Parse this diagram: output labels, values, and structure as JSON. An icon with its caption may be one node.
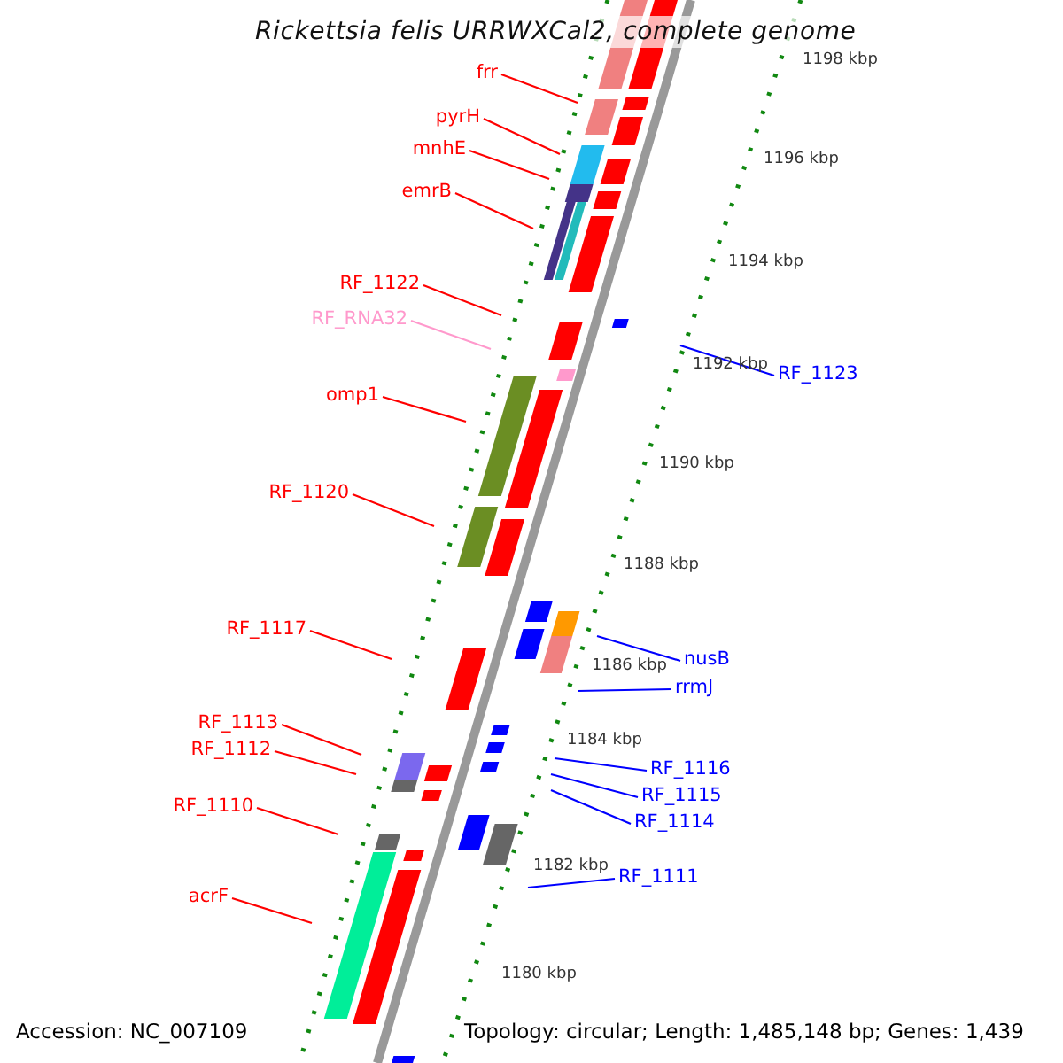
{
  "diagram": {
    "title": "Rickettsia felis URRWXCal2, complete genome",
    "nodes": [
      {
        "text": [
          "frr"
        ]
      },
      {
        "text": [
          "pyrH"
        ]
      },
      {
        "text": [
          "mnhE"
        ]
      },
      {
        "text": [
          "emrB"
        ]
      },
      {
        "text": [
          "RF_1122"
        ]
      },
      {
        "text": [
          "RF_RNA32"
        ]
      },
      {
        "text": [
          "RF_1123"
        ]
      },
      {
        "text": [
          "omp1"
        ]
      },
      {
        "text": [
          "RF_1120"
        ]
      },
      {
        "text": [
          "RF_1117"
        ]
      },
      {
        "text": [
          "nusB"
        ]
      },
      {
        "text": [
          "rrmJ"
        ]
      },
      {
        "text": [
          "RF_1113"
        ]
      },
      {
        "text": [
          "RF_1112"
        ]
      },
      {
        "text": [
          "RF_1116"
        ]
      },
      {
        "text": [
          "RF_1115"
        ]
      },
      {
        "text": [
          "RF_1110"
        ]
      },
      {
        "text": [
          "RF_1114"
        ]
      },
      {
        "text": [
          "RF_1111"
        ]
      },
      {
        "text": [
          "acrF"
        ]
      }
    ],
    "edges": [
      {
        "from": 0,
        "to": null,
        "arrow": "none"
      },
      {
        "from": 1,
        "to": null,
        "arrow": "none"
      },
      {
        "from": 2,
        "to": null,
        "arrow": "none"
      },
      {
        "from": 3,
        "to": null,
        "arrow": "none"
      },
      {
        "from": 4,
        "to": null,
        "arrow": "none"
      },
      {
        "from": 5,
        "to": null,
        "arrow": "none",
        "color": "#ff99cc"
      },
      {
        "from": 6,
        "to": null,
        "arrow": "none",
        "color": "#0000ff"
      },
      {
        "from": 7,
        "to": null,
        "arrow": "none"
      },
      {
        "from": 8,
        "to": null,
        "arrow": "none"
      },
      {
        "from": 9,
        "to": null,
        "arrow": "none"
      },
      {
        "from": 10,
        "to": null,
        "arrow": "none",
        "color": "#0000ff"
      },
      {
        "from": 11,
        "to": null,
        "arrow": "none",
        "color": "#0000ff"
      },
      {
        "from": 12,
        "to": null,
        "arrow": "none"
      },
      {
        "from": 13,
        "to": null,
        "arrow": "none"
      },
      {
        "from": 14,
        "to": null,
        "arrow": "none",
        "color": "#0000ff"
      },
      {
        "from": 15,
        "to": null,
        "arrow": "none",
        "color": "#0000ff"
      },
      {
        "from": 16,
        "to": null,
        "arrow": "none"
      },
      {
        "from": 17,
        "to": null,
        "arrow": "none",
        "color": "#0000ff"
      },
      {
        "from": 18,
        "to": null,
        "arrow": "none",
        "color": "#0000ff"
      },
      {
        "from": 19,
        "to": null,
        "arrow": "none"
      }
    ],
    "labels": [
      "1198 kbp",
      "1196 kbp",
      "1194 kbp",
      "1192 kbp",
      "1190 kbp",
      "1188 kbp",
      "1186 kbp",
      "1184 kbp",
      "1182 kbp",
      "1180 kbp",
      "Accession: NC_007109",
      "Topology: circular; Length: 1,485,148 bp; Genes: 1,439"
    ]
  }
}
